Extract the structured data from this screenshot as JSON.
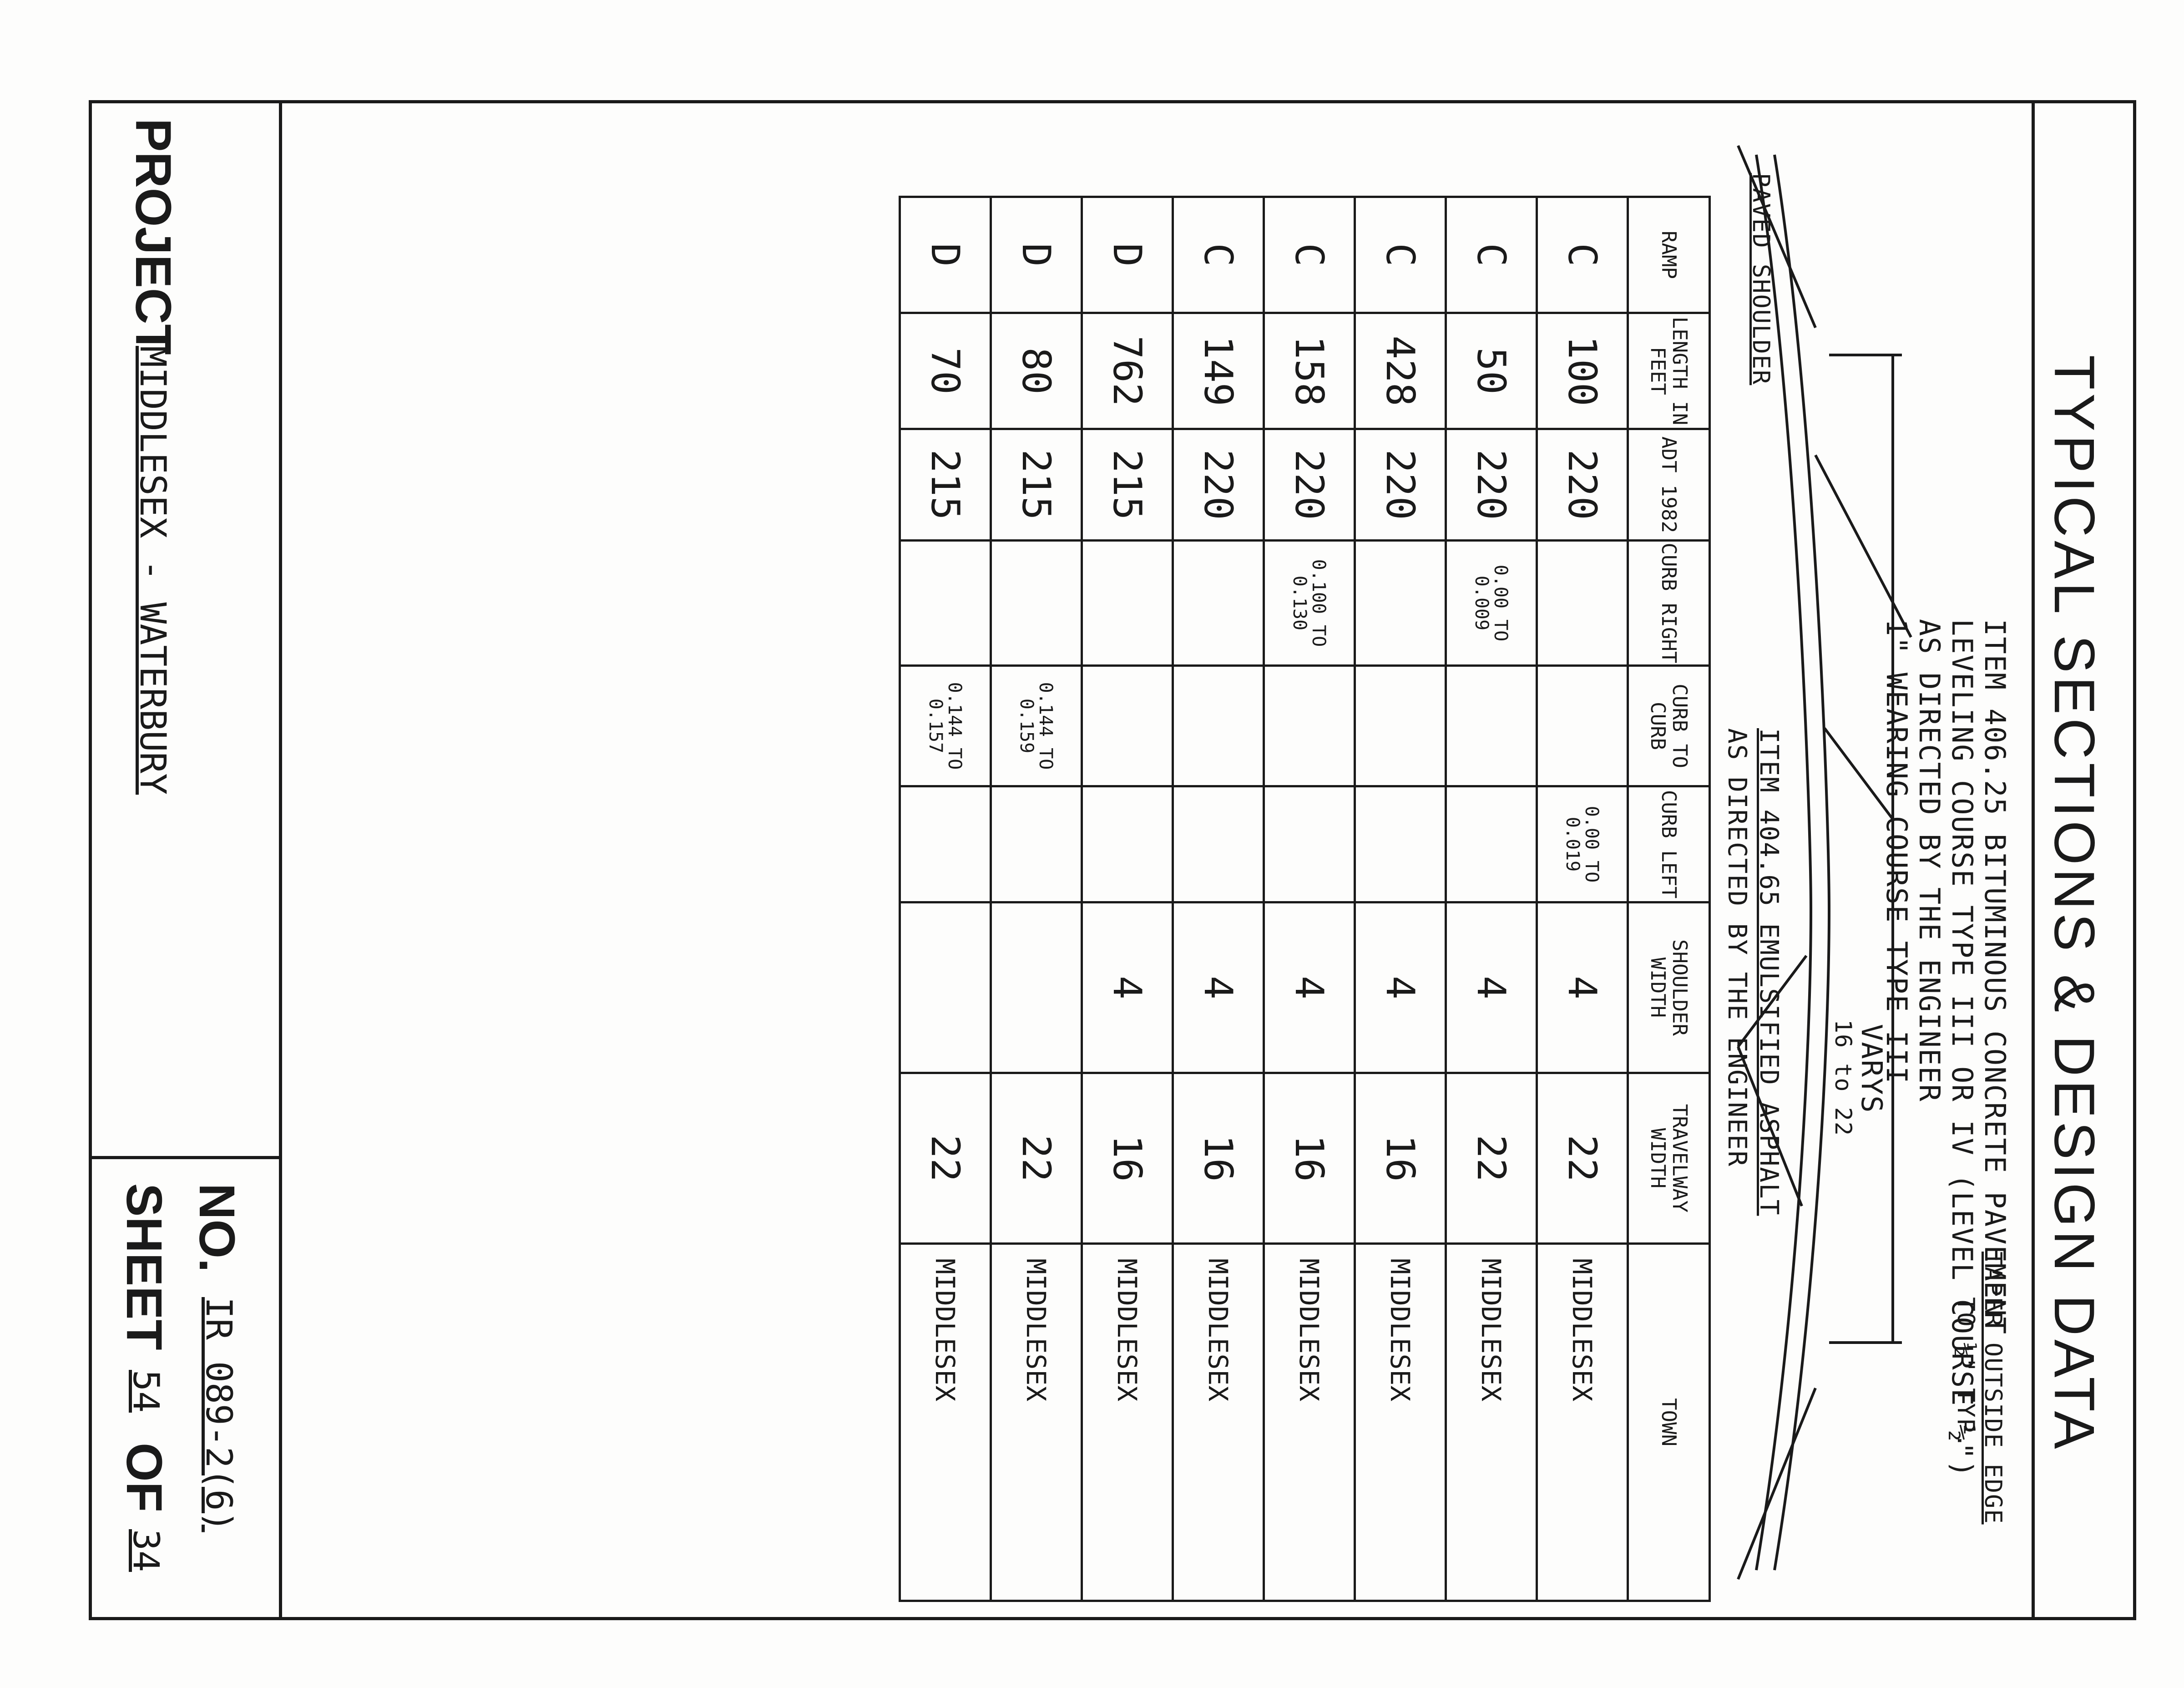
{
  "title": "TYPICAL SECTIONS & DESIGN DATA",
  "notes": {
    "item_406": [
      "ITEM 406.25 BITUMINOUS CONCRETE PAVEMENT",
      "LEVELING COURSE TYPE III OR IV (LEVEL COURSE ½\")",
      "AS DIRECTED BY THE ENGINEER",
      "1\" WEARING COURSE TYPE III"
    ],
    "varys_label": "VARYS",
    "varys_range": "16 to 22",
    "taper_label": "TAPER OUTSIDE EDGE",
    "taper_sub": "TO ½\" TYP.",
    "paved_shoulder": "PAVED SHOULDER",
    "item_404": "ITEM 404.65 EMULSIFIED ASPHALT",
    "item_404_sub": "AS DIRECTED BY THE ENGINEER"
  },
  "table": {
    "headers": [
      "RAMP",
      "LENGTH IN FEET",
      "ADT 1982",
      "CURB RIGHT",
      "CURB TO CURB",
      "CURB LEFT",
      "SHOULDER WIDTH",
      "TRAVELWAY WIDTH",
      "TOWN"
    ],
    "rows": [
      {
        "ramp": "C",
        "length": "100",
        "adt": "220",
        "curb_right": "",
        "curb_to_curb": "",
        "curb_left": "0.00 TO 0.019",
        "shoulder": "4",
        "travelway": "22",
        "town": "MIDDLESEX"
      },
      {
        "ramp": "C",
        "length": "50",
        "adt": "220",
        "curb_right": "0.00 TO 0.009",
        "curb_to_curb": "",
        "curb_left": "",
        "shoulder": "4",
        "travelway": "22",
        "town": "MIDDLESEX"
      },
      {
        "ramp": "C",
        "length": "428",
        "adt": "220",
        "curb_right": "",
        "curb_to_curb": "",
        "curb_left": "",
        "shoulder": "4",
        "travelway": "16",
        "town": "MIDDLESEX"
      },
      {
        "ramp": "C",
        "length": "158",
        "adt": "220",
        "curb_right": "0.100 TO 0.130",
        "curb_to_curb": "",
        "curb_left": "",
        "shoulder": "4",
        "travelway": "16",
        "town": "MIDDLESEX"
      },
      {
        "ramp": "C",
        "length": "149",
        "adt": "220",
        "curb_right": "",
        "curb_to_curb": "",
        "curb_left": "",
        "shoulder": "4",
        "travelway": "16",
        "town": "MIDDLESEX"
      },
      {
        "ramp": "D",
        "length": "762",
        "adt": "215",
        "curb_right": "",
        "curb_to_curb": "",
        "curb_left": "",
        "shoulder": "4",
        "travelway": "16",
        "town": "MIDDLESEX"
      },
      {
        "ramp": "D",
        "length": "80",
        "adt": "215",
        "curb_right": "",
        "curb_to_curb": "0.144 TO 0.159",
        "curb_left": "",
        "shoulder": "",
        "travelway": "22",
        "town": "MIDDLESEX"
      },
      {
        "ramp": "D",
        "length": "70",
        "adt": "215",
        "curb_right": "",
        "curb_to_curb": "0.144 TO 0.157",
        "curb_left": "",
        "shoulder": "",
        "travelway": "22",
        "town": "MIDDLESEX"
      }
    ]
  },
  "project": {
    "label": "PROJECT",
    "value": "MIDDLESEX - WATERBURY",
    "no_label": "NO.",
    "no_value": "IR 089-2(6)",
    "sheet_label": "SHEET",
    "sheet_value": "54",
    "of_label": "OF",
    "of_value": "34"
  }
}
